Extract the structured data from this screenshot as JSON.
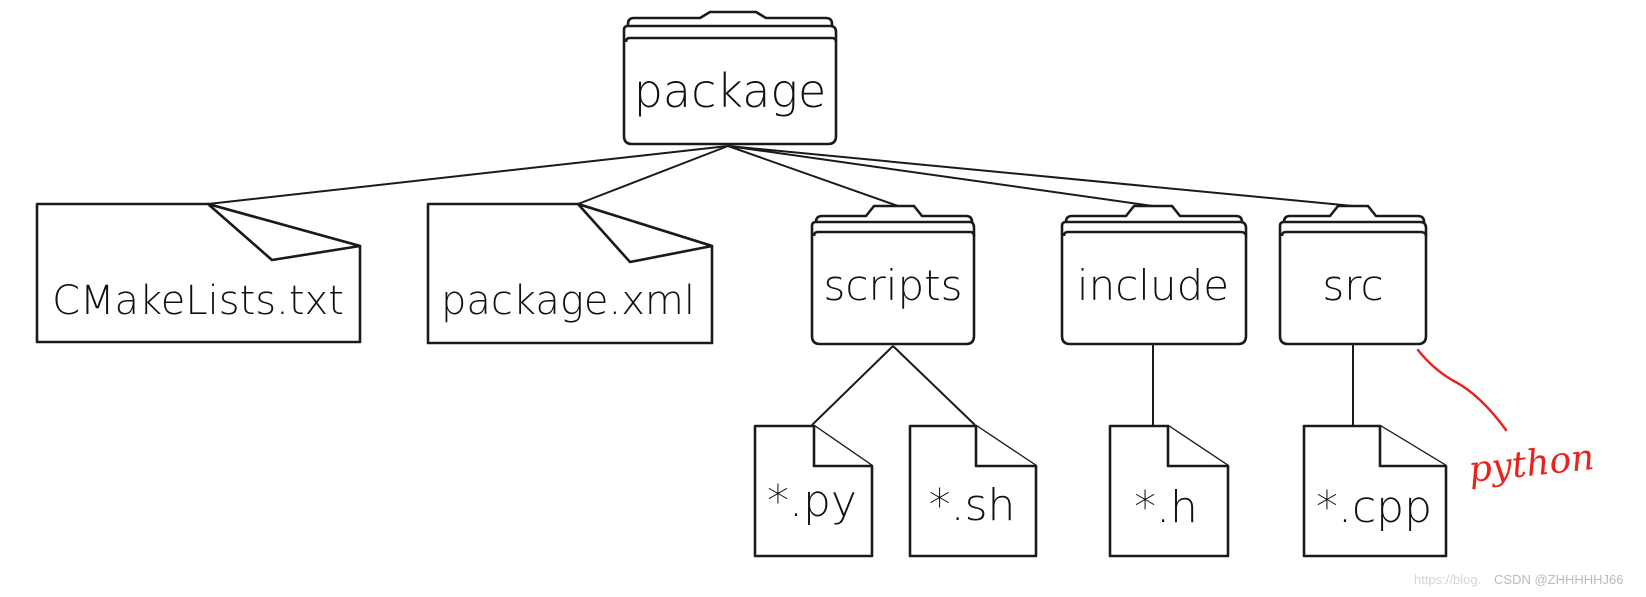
{
  "nodes": {
    "package": {
      "label": "package",
      "kind": "folder"
    },
    "cmakelists": {
      "label": "CMakeLists.txt",
      "kind": "file"
    },
    "packagexml": {
      "label": "package.xml",
      "kind": "file"
    },
    "scripts": {
      "label": "scripts",
      "kind": "folder"
    },
    "include": {
      "label": "include",
      "kind": "folder"
    },
    "src": {
      "label": "src",
      "kind": "folder"
    },
    "py": {
      "label": "*.py",
      "kind": "file"
    },
    "sh": {
      "label": "*.sh",
      "kind": "file"
    },
    "h": {
      "label": "*.h",
      "kind": "file"
    },
    "cpp": {
      "label": "*.cpp",
      "kind": "file"
    }
  },
  "edges": [
    [
      "package",
      "cmakelists"
    ],
    [
      "package",
      "packagexml"
    ],
    [
      "package",
      "scripts"
    ],
    [
      "package",
      "include"
    ],
    [
      "package",
      "src"
    ],
    [
      "scripts",
      "py"
    ],
    [
      "scripts",
      "sh"
    ],
    [
      "include",
      "h"
    ],
    [
      "src",
      "cpp"
    ]
  ],
  "annotation": {
    "text": "python",
    "color": "#e8231c"
  },
  "watermark": {
    "faint": "https://blog.",
    "main": "CSDN @ZHHHHHJ66"
  },
  "colors": {
    "line": "#1a1a1a",
    "annotation": "#e8231c",
    "watermark": "#bbbbbb"
  }
}
